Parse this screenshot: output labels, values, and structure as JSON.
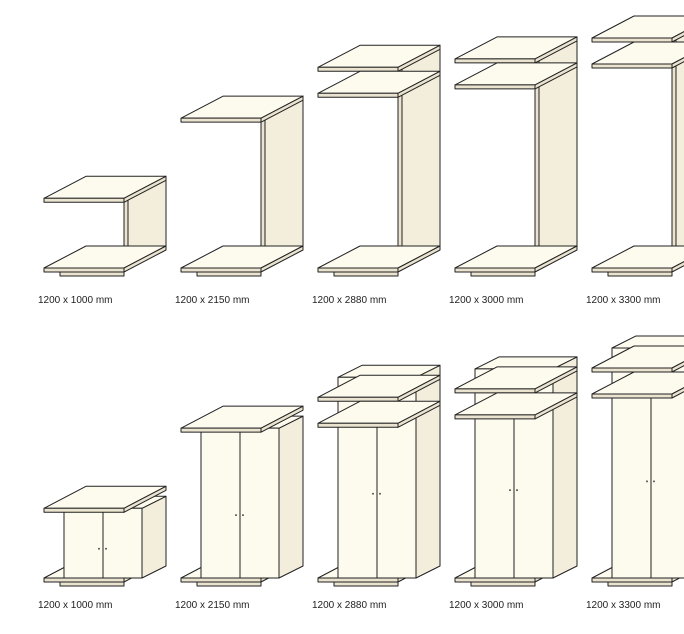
{
  "rows": [
    {
      "name": "open-frames",
      "items": [
        {
          "label": "1200 x 1000 mm",
          "height_mm": 1000,
          "extra_shelves": 0,
          "doors": false
        },
        {
          "label": "1200 x 2150 mm",
          "height_mm": 2150,
          "extra_shelves": 0,
          "doors": false
        },
        {
          "label": "1200 x 2880 mm",
          "height_mm": 2880,
          "extra_shelves": 1,
          "doors": false
        },
        {
          "label": "1200 x 3000 mm",
          "height_mm": 3000,
          "extra_shelves": 1,
          "doors": false
        },
        {
          "label": "1200 x 3300 mm",
          "height_mm": 3300,
          "extra_shelves": 1,
          "doors": false
        }
      ]
    },
    {
      "name": "door-cabinets",
      "items": [
        {
          "label": "1200 x 1000 mm",
          "height_mm": 1000,
          "extra_shelves": 0,
          "doors": true
        },
        {
          "label": "1200 x 2150 mm",
          "height_mm": 2150,
          "extra_shelves": 0,
          "doors": true
        },
        {
          "label": "1200 x 2880 mm",
          "height_mm": 2880,
          "extra_shelves": 1,
          "doors": true
        },
        {
          "label": "1200 x 3000 mm",
          "height_mm": 3000,
          "extra_shelves": 1,
          "doors": true
        },
        {
          "label": "1200 x 3300 mm",
          "height_mm": 3300,
          "extra_shelves": 1,
          "doors": true
        }
      ]
    }
  ]
}
